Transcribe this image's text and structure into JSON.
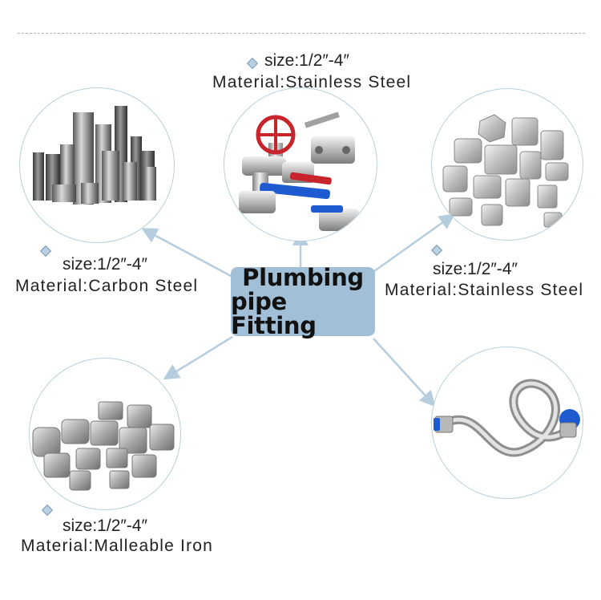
{
  "center": {
    "line1": "Plumbing",
    "line2": "pipe Fitting"
  },
  "items": [
    {
      "name": "stainless-valves",
      "size": "size:1/2″-4″",
      "material": "Material:Stainless Steel"
    },
    {
      "name": "carbon-pipes",
      "size": "size:1/2″-4″",
      "material": "Material:Carbon Steel"
    },
    {
      "name": "stainless-fittings",
      "size": "size:1/2″-4″",
      "material": "Material:Stainless Steel"
    },
    {
      "name": "malleable-fittings",
      "size": "size:1/2″-4″",
      "material": "Material:Malleable Iron"
    }
  ],
  "colors": {
    "accent": "#a1bfd6",
    "circle_border": "#b9cfdc",
    "arrow": "#b6cddd",
    "valve_red": "#c8242b",
    "valve_blue": "#1e5bd0"
  }
}
